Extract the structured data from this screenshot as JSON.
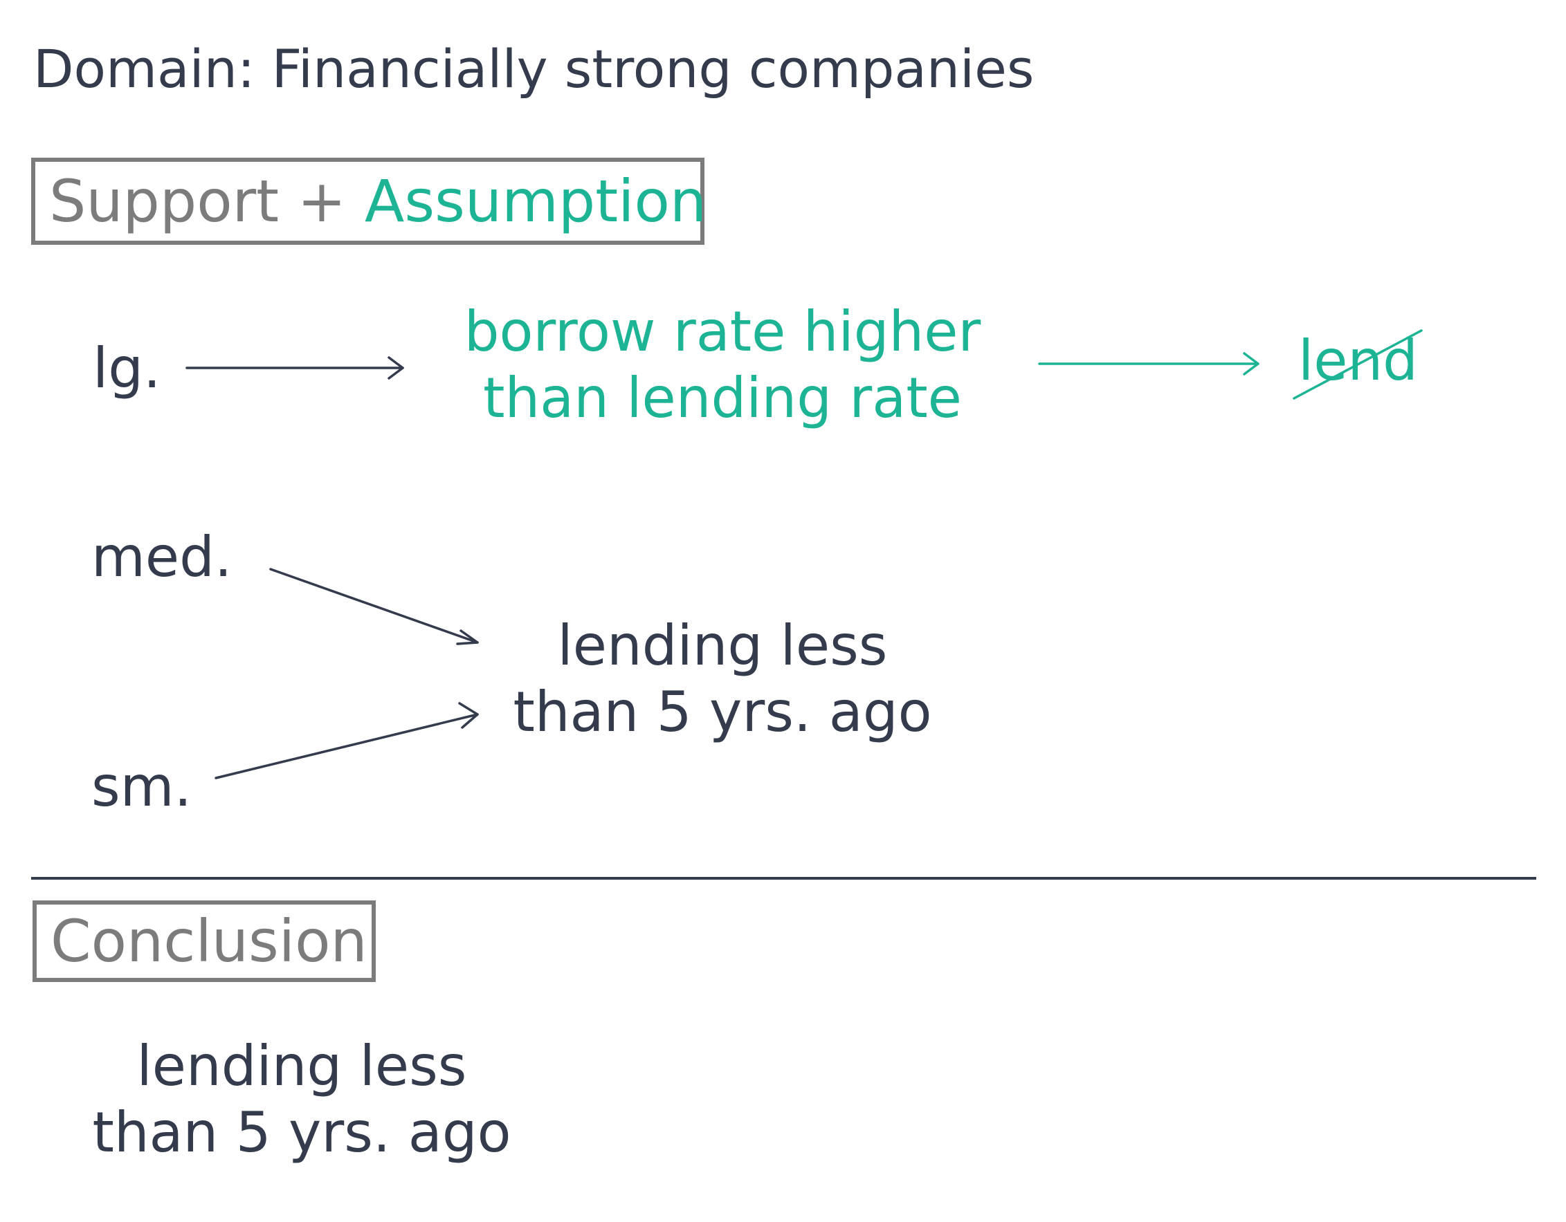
{
  "header": {
    "domain_title": "Domain: Financially strong companies"
  },
  "support_box": {
    "support_label": "Support + ",
    "assumption_label": "Assumption"
  },
  "nodes": {
    "large": "lg.",
    "medium": "med.",
    "small": "sm.",
    "assumption_line1": "borrow rate higher",
    "assumption_line2": "than lending rate",
    "lend": "lend",
    "mid_conclusion_line1": "lending less",
    "mid_conclusion_line2": "than 5 yrs. ago"
  },
  "conclusion_box": {
    "label": "Conclusion"
  },
  "conclusion": {
    "line1": "lending less",
    "line2": "than 5 yrs. ago"
  },
  "colors": {
    "text": "#333b4d",
    "accent": "#1cb494",
    "box_border": "#7c7c7c"
  }
}
